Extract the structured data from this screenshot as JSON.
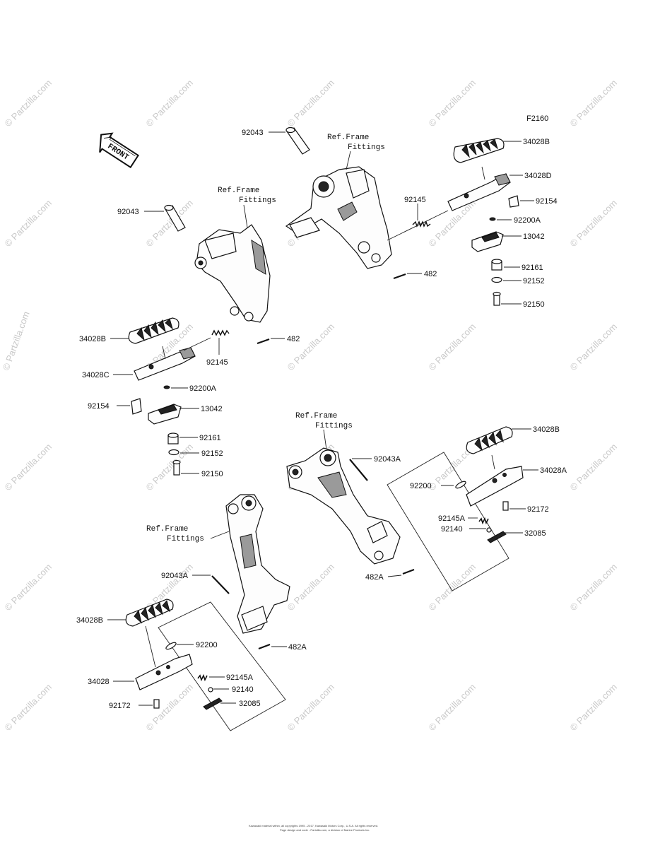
{
  "figure_code": "F2160",
  "front_arrow_label": "FRONT",
  "watermark": "© Partzilla.com",
  "ref_label_line1": "Ref.Frame",
  "ref_label_line2": "Fittings",
  "labels": {
    "p92043_a": "92043",
    "p92043_b": "92043",
    "p34028B_1": "34028B",
    "p34028D": "34028D",
    "p92154_1": "92154",
    "p92200A_1": "92200A",
    "p13042_1": "13042",
    "p92161_1": "92161",
    "p92152_1": "92152",
    "p92150_1": "92150",
    "p92145_1": "92145",
    "p482_1": "482",
    "p34028B_2": "34028B",
    "p34028C": "34028C",
    "p92200A_2": "92200A",
    "p92154_2": "92154",
    "p13042_2": "13042",
    "p92161_2": "92161",
    "p92152_2": "92152",
    "p92150_2": "92150",
    "p92145_2": "92145",
    "p482_2": "482",
    "p34028B_3": "34028B",
    "p34028A": "34028A",
    "p92043A_1": "92043A",
    "p92200_1": "92200",
    "p92172_1": "92172",
    "p92145A_1": "92145A",
    "p92140_1": "92140",
    "p32085_1": "32085",
    "p482A_1": "482A",
    "p92043A_2": "92043A",
    "p34028B_4": "34028B",
    "p92200_2": "92200",
    "p482A_2": "482A",
    "p34028": "34028",
    "p92145A_2": "92145A",
    "p92140_2": "92140",
    "p32085_2": "32085",
    "p92172_2": "92172"
  },
  "footer_line1": "Kawasaki material within, all copyrights 1995 - 2017, Kawasaki Motors Corp., U.S.A. All rights reserved.",
  "footer_line2": "Page design and code - Partzilla.com, a division of Marine Products Inc."
}
